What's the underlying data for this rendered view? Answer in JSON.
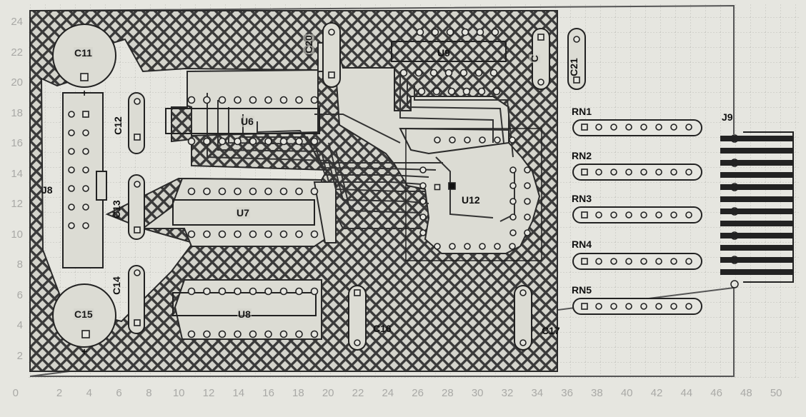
{
  "axis": {
    "y_ticks": [
      "24",
      "22",
      "20",
      "18",
      "16",
      "14",
      "12",
      "10",
      "8",
      "6",
      "4",
      "2",
      "0"
    ],
    "x_ticks": [
      "2",
      "4",
      "6",
      "8",
      "10",
      "12",
      "14",
      "16",
      "18",
      "20",
      "22",
      "24",
      "26",
      "28",
      "30",
      "32",
      "34",
      "36",
      "38",
      "40",
      "42",
      "44",
      "46",
      "48",
      "50"
    ]
  },
  "labels": {
    "c11": "C11",
    "c12": "C12",
    "c13": "C13",
    "c14": "C14",
    "c15": "C15",
    "c16": "C16",
    "c17": "C17",
    "c20": "C20",
    "c21": "C21",
    "u6": "U6",
    "u7": "U7",
    "u8": "U8",
    "u9": "U9",
    "u12": "U12",
    "j8": "J8",
    "j9": "J9",
    "rn1": "RN1",
    "rn2": "RN2",
    "rn3": "RN3",
    "rn4": "RN4",
    "rn5": "RN5",
    "plus1": "+",
    "plus2": "+"
  },
  "colors": {
    "hatch": "#3a3a3a",
    "background": "#e6e6e0",
    "grid": "#b8b8b2",
    "trace": "#222222"
  }
}
